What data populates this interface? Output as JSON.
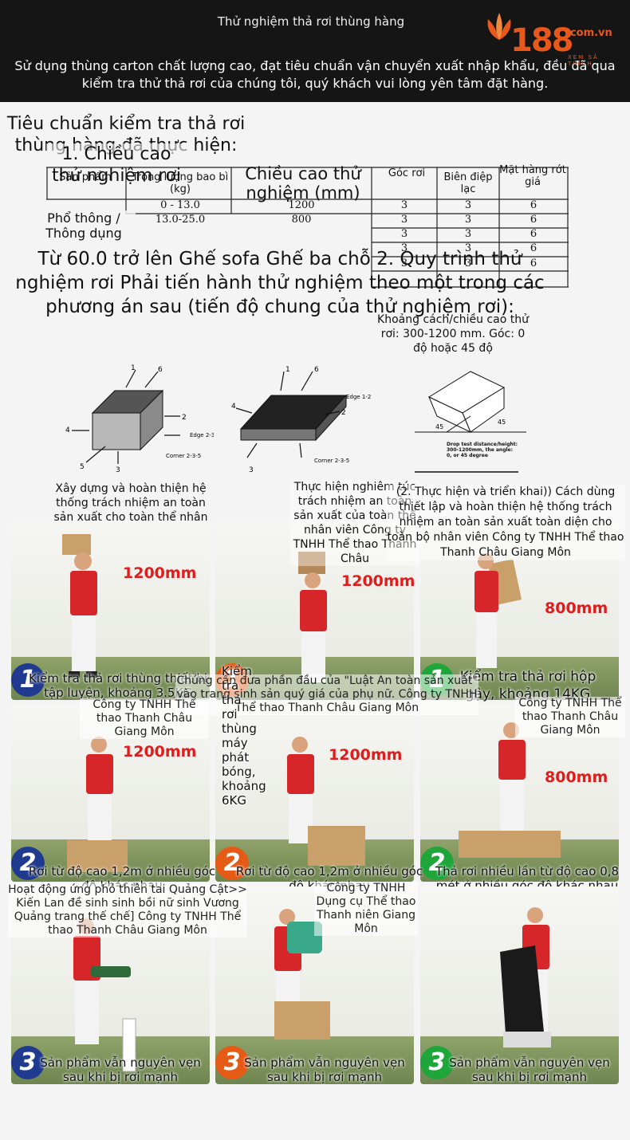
{
  "header": {
    "title": "Thử nghiệm thả rơi thùng hàng",
    "description": "Sử dụng thùng carton chất lượng cao, đạt tiêu chuẩn vận chuyển xuất nhập khẩu, đều đã qua kiểm tra thử thả rơi của chúng tôi, quý khách vui lòng yên tâm đặt hàng.",
    "logo_number": "188",
    "logo_domain": ".com.vn",
    "logo_sub": "XEM SẢ THÍCH"
  },
  "section1": {
    "heading": "Tiêu chuẩn kiểm tra thả rơi thùng hàng đã thực hiện:",
    "subheading": "1. Chiều cao thử nghiệm rơi",
    "table": {
      "headers": [
        "Sản phẩm",
        "Trọng lượng bao bì (kg)",
        "Chiều cao thử nghiệm (mm)",
        "Góc rơi",
        "Biên điệp lạc",
        "Mặt hàng rớt giá"
      ],
      "row_label": "Phổ thông / Thông dụng",
      "weights": [
        "0 - 13.0",
        "13.0-25.0"
      ],
      "heights": [
        "1200",
        "800"
      ],
      "angles": [
        "3",
        "3",
        "3",
        "3",
        "3"
      ],
      "edges": [
        "3",
        "3",
        "3",
        "3",
        "3"
      ],
      "faces": [
        "6",
        "6",
        "6",
        "6",
        "6"
      ]
    }
  },
  "section2": {
    "text": "Từ 60.0 trở lên Ghế sofa Ghế ba chỗ 2. Quy trình thử nghiệm rơi Phải tiến hành thử nghiệm theo một trong các phương án sau (tiến độ chung của thử nghiệm rơi):",
    "note": "Khoảng cách/chiều cao thử rơi: 300-1200 mm. Góc: 0 độ hoặc 45 độ"
  },
  "diagrams": {
    "edge_23": "Edge 2-3",
    "corner_235": "Corner 2-3-5",
    "edge_12": "Edge 1-2",
    "drop_note": "Drop test distance/height: 300-1200mm, the angle: 0, or 45 degree",
    "angle": "45",
    "labels": [
      "1",
      "2",
      "3",
      "4",
      "5",
      "6"
    ]
  },
  "captions_top": [
    "Xây dựng và hoàn thiện hệ thống trách nhiệm an toàn sản xuất cho toàn thể nhân viên. Công ty TNHH Thể thao Thanh Châu Giang Môn",
    "Thực hiện nghiêm túc trách nhiệm an toàn sản xuất của toàn thể nhân viên Công ty TNHH Thể thao Thanh Châu",
    "(2. Thực hiện và triển khai)) Cách dùng thiết lập và hoàn thiện hệ thống trách nhiệm an toàn sản xuất toàn diện cho toàn bộ nhân viên Công ty TNHH Thể thao Thanh Châu Giang Môn"
  ],
  "row1": {
    "distances": [
      "1200mm",
      "1200mm",
      "800mm"
    ],
    "badges": [
      "1",
      "1",
      "1"
    ],
    "captions": [
      "Kiểm tra thả rơi thùng thiết bị tập luyện, khoảng 3.5KG",
      "Kiểm tra thả rơi thùng máy phát bóng, khoảng 6KG",
      "Kiểm tra thả rơi hộp gậy, khoảng 14KG"
    ],
    "overlays": [
      "Công ty TNHH Thể thao Thanh Châu Giang Môn",
      "Chúng cần đưa phần đầu của \"Luật An toàn sản xuất\" vào trang sinh sản quý giá của phụ nữ. Công ty TNHH Thể thao Thanh Châu Giang Môn",
      "Công ty TNHH Thể thao Thanh Châu Giang Môn"
    ]
  },
  "row2": {
    "distances": [
      "1200mm",
      "1200mm",
      "800mm"
    ],
    "badges": [
      "2",
      "2",
      "2"
    ],
    "captions": [
      "Rơi từ độ cao 1,2m ở nhiều góc độ khác nhau",
      "Rơi từ độ cao 1,2m ở nhiều góc độ khác nhau",
      "Thả rơi nhiều lần từ độ cao 0,8 mét ở nhiều góc độ khác nhau"
    ],
    "overlays": [
      "Hoạt động ứng phó thiên tai Quảng Cật>> Kiến Lan đề sinh sinh bồi nữ sinh Vương Quảng trang thế chế] Công ty TNHH Thể thao Thanh Châu Giang Môn",
      "Công ty TNHH Dụng cụ Thể thao Thanh niên Giang Môn"
    ]
  },
  "row3": {
    "badges": [
      "3",
      "3",
      "3"
    ],
    "captions": [
      "Sản phẩm vẫn nguyên vẹn sau khi bị rơi mạnh",
      "Sản phẩm vẫn nguyên vẹn sau khi bị rơi mạnh",
      "Sản phẩm vẫn nguyên vẹn sau khi bị rơi mạnh"
    ]
  },
  "colors": {
    "header_bg": "#151515",
    "accent": "#e8581b",
    "red_text": "#e21b1b",
    "blue": "#1f3a8e",
    "orange": "#e55b16",
    "green": "#1fa63a"
  }
}
